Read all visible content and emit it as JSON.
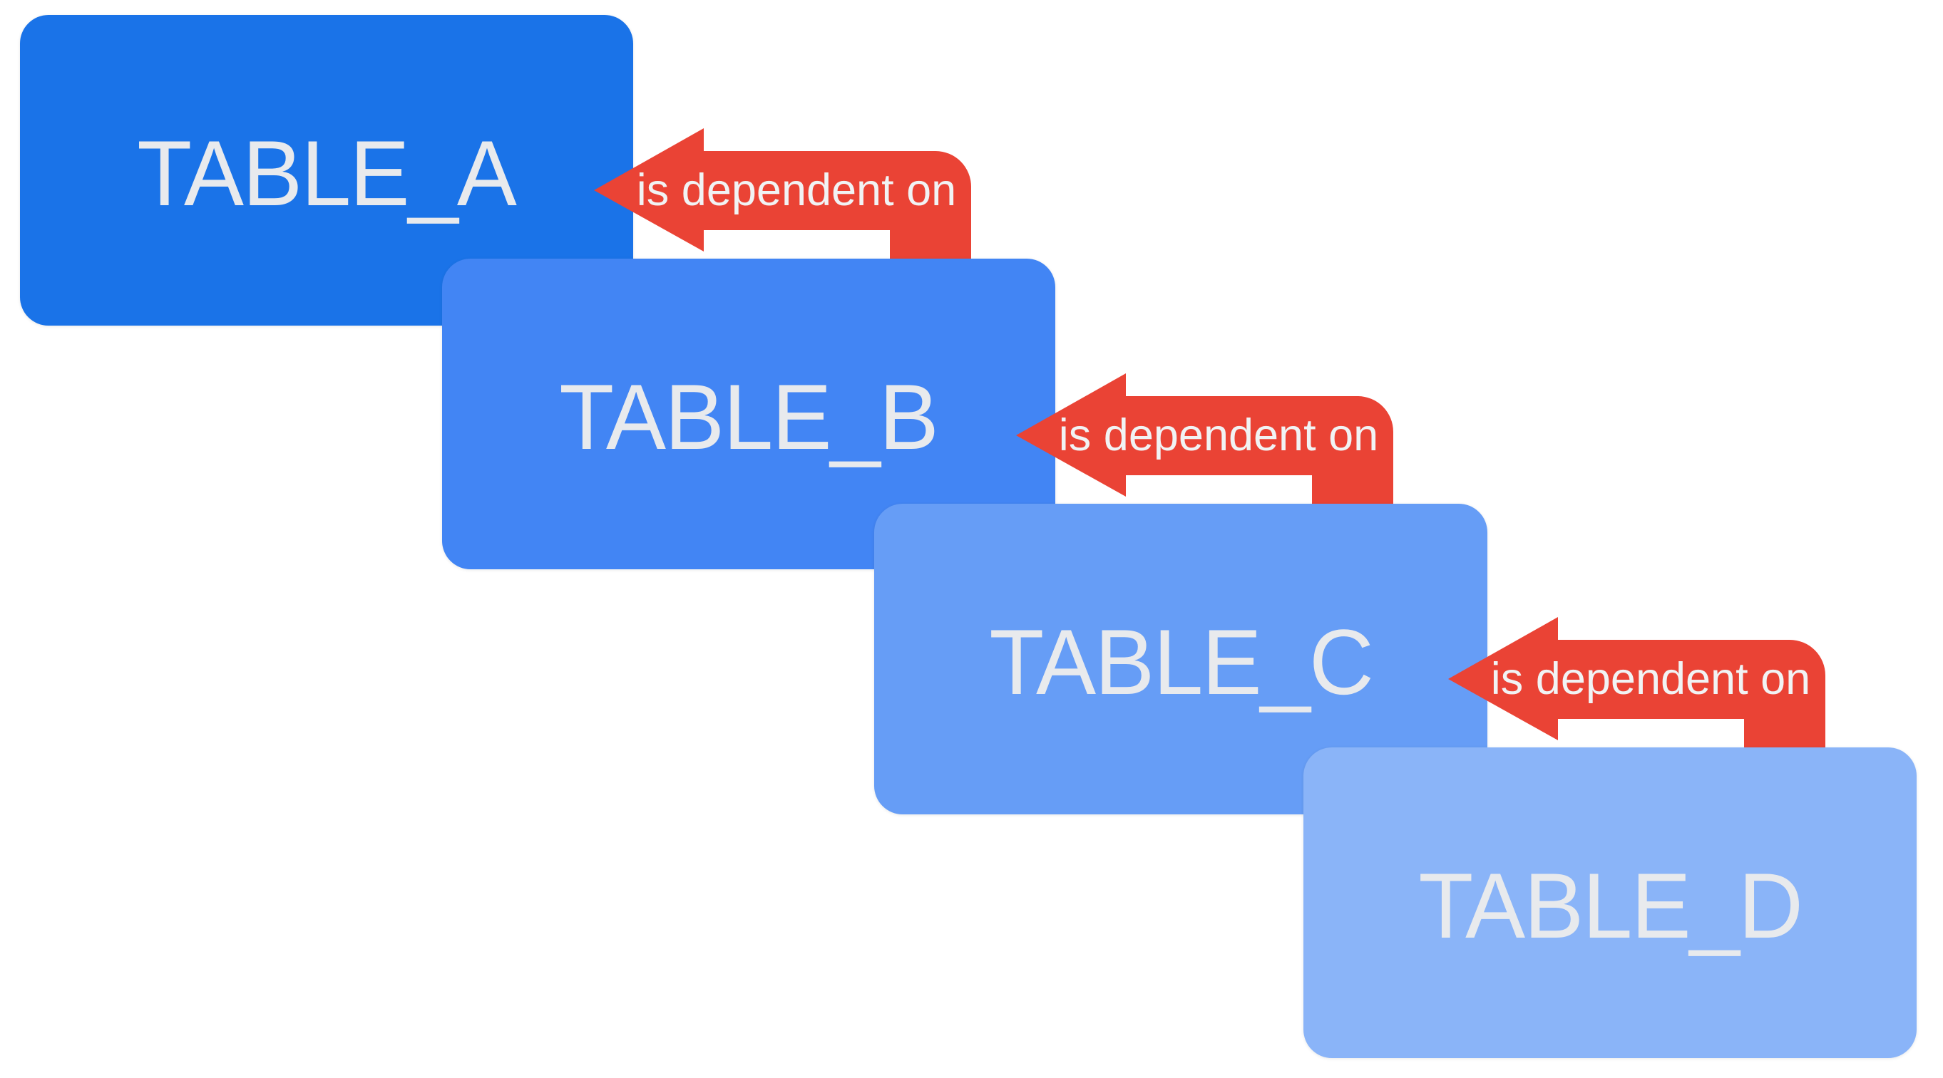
{
  "diagram": {
    "background_color": "#ffffff",
    "node_text_color": "#E8EAED",
    "arrow_text_color": "#F1F3F4",
    "nodes": [
      {
        "id": "table_a",
        "label": "TABLE_A",
        "color": "#1A73E8"
      },
      {
        "id": "table_b",
        "label": "TABLE_B",
        "color": "#4285F4"
      },
      {
        "id": "table_c",
        "label": "TABLE_C",
        "color": "#669DF6"
      },
      {
        "id": "table_d",
        "label": "TABLE_D",
        "color": "#8AB4F8"
      }
    ],
    "edges": [
      {
        "from": "table_b",
        "to": "table_a",
        "label": "is dependent on",
        "color": "#EA4335"
      },
      {
        "from": "table_c",
        "to": "table_b",
        "label": "is dependent on",
        "color": "#EA4335"
      },
      {
        "from": "table_d",
        "to": "table_c",
        "label": "is dependent on",
        "color": "#EA4335"
      }
    ]
  }
}
